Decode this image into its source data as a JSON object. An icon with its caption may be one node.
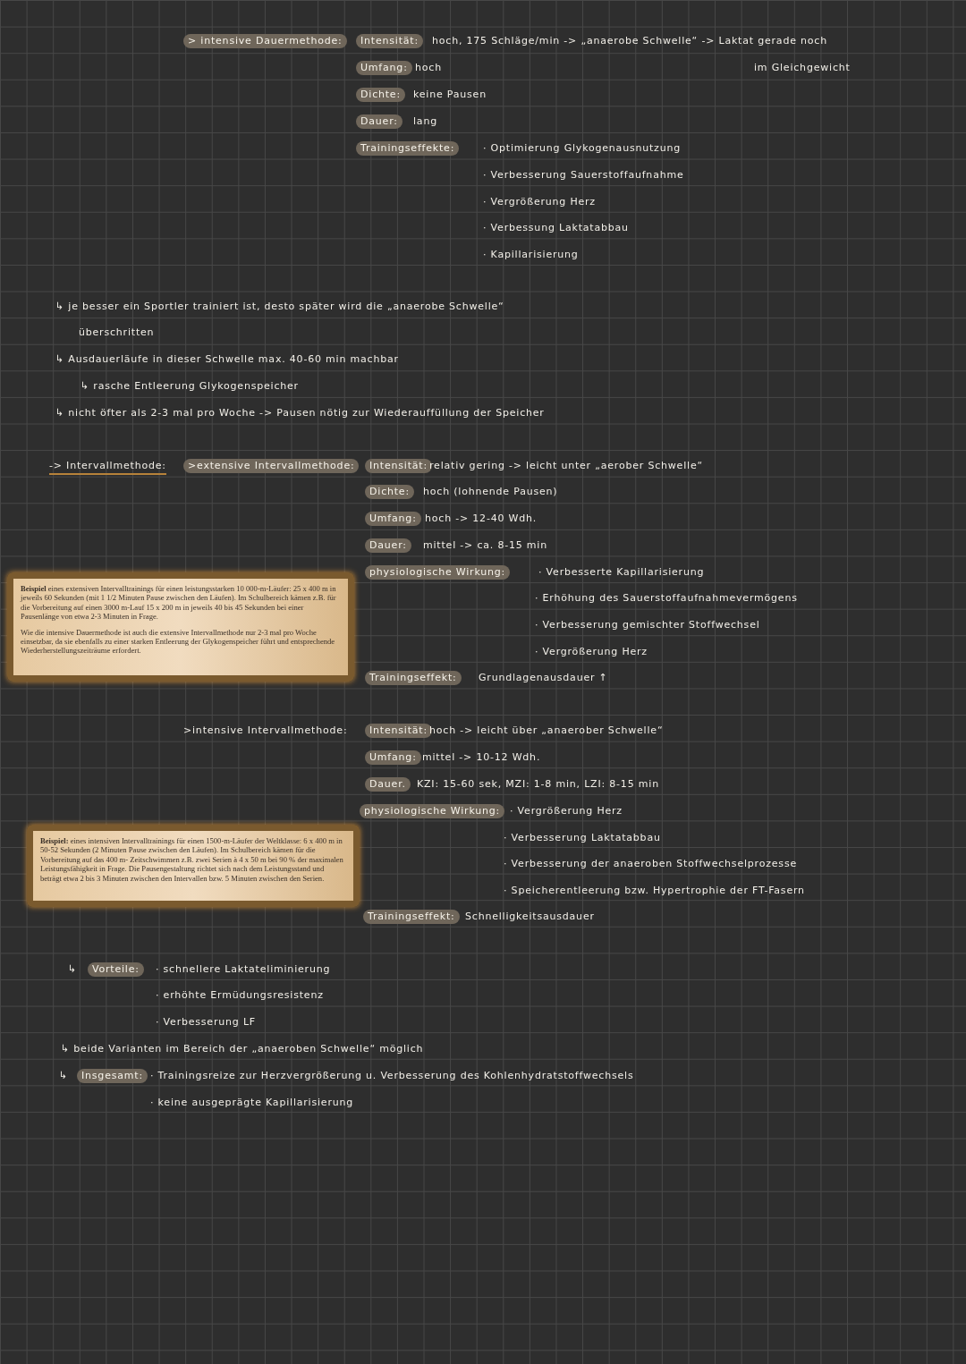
{
  "diagram": {
    "nodes": [
      {
        "text": [
          "> intensive Dauermethode:"
        ]
      },
      {
        "text": [
          "Intensität:"
        ]
      },
      {
        "text": [
          "Umfang:"
        ]
      },
      {
        "text": [
          "Dichte:"
        ]
      },
      {
        "text": [
          "Dauer:"
        ]
      },
      {
        "text": [
          "Trainingseffekte:"
        ]
      },
      {
        "text": [
          ">extensive Intervallmethode:"
        ]
      },
      {
        "text": [
          "Intensität:"
        ]
      },
      {
        "text": [
          "Dichte:"
        ]
      },
      {
        "text": [
          "Umfang:"
        ]
      },
      {
        "text": [
          "Dauer:"
        ]
      },
      {
        "text": [
          "physiologische Wirkung:"
        ]
      },
      {
        "text": [
          "**Beispiel** eines extensiven Intervalltrainings für einen leistungsstarken 10 000-m-Läufer: 25 x 400 m in jeweils 60 Sekunden (mit 1 1/2 Minuten Pause zwischen den Läufen). Im Schulbereich kämen z.B. für die Vorbereitung auf einen 3000 m-Lauf 15 x 200 m in jeweils 40 bis 45 Sekunden bei einer Pausenlänge von etwa 2-3 Minuten in Frage.",
          "Wie die intensive Dauermethode ist auch die extensive Intervallmethode nur 2-3 mal pro Woche einsetzbar, da sie ebenfalls zu einer starken Entleerung der Glykogenspeicher führt und entsprechende Wiederherstellungszeiträume erfordert."
        ]
      },
      {
        "text": [
          "Trainingseffekt:"
        ]
      },
      {
        "text": [
          "Intensität:"
        ]
      },
      {
        "text": [
          "Umfang:"
        ]
      },
      {
        "text": [
          "Dauer."
        ]
      },
      {
        "text": [
          "physiologische Wirkung:"
        ]
      },
      {
        "text": [
          "**Beispiel:** eines intensiven Intervalltrainings für einen 1500-m-Läufer der Weltklasse: 6 x 400 m in 50-52 Sekunden (2 Minuten Pause zwischen den Läufen). Im Schulbereich kämen für die Vorbereitung auf das 400 m- Zeitschwimmen z.B. zwei Serien à 4 x 50 m bei 90 % der maximalen Leistungsfähigkeit in Frage. Die Pausengestaltung richtet sich nach dem Leistungsstand und beträgt etwa 2 bis 3 Minuten zwischen den Intervallen bzw. 5 Minuten zwischen den Serien."
        ]
      },
      {
        "text": [
          "Trainingseffekt:"
        ]
      },
      {
        "text": [
          "Vorteile:"
        ]
      },
      {
        "text": [
          "Insgesamt:"
        ]
      }
    ],
    "labels": [
      "hoch, 175 Schläge/min -> „anaerobe Schwelle“ -> Laktat gerade noch",
      "hoch",
      "im Gleichgewicht",
      "keine Pausen",
      "lang",
      "· Optimierung Glykogenausnutzung",
      "· Verbesserung Sauerstoffaufnahme",
      "· Vergrößerung Herz",
      "· Verbessung Laktatabbau",
      "· Kapillarisierung",
      "↳ je besser ein Sportler trainiert ist, desto später wird die „anaerobe Schwelle“",
      "überschritten",
      "↳ Ausdauerläufe in dieser Schwelle max. 40-60 min machbar",
      "↳ rasche Entleerung Glykogenspeicher",
      "↳ nicht öfter als 2-3 mal pro Woche -> Pausen nötig zur Wiederauffüllung der Speicher",
      "-> Intervallmethode:",
      "relativ gering -> leicht unter „aerober Schwelle“",
      "hoch (lohnende Pausen)",
      "hoch -> 12-40 Wdh.",
      "mittel -> ca. 8-15 min",
      "· Verbesserte Kapillarisierung",
      "· Erhöhung des Sauerstoffaufnahmevermögens",
      "· Verbesserung gemischter Stoffwechsel",
      "· Vergrößerung Herz",
      "Grundlagenausdauer ↑",
      ">intensive Intervallmethode:",
      "hoch -> leicht über „anaerober Schwelle“",
      "mittel -> 10-12 Wdh.",
      "KZI: 15-60 sek, MZI: 1-8 min, LZI: 8-15 min",
      "· Vergrößerung Herz",
      "· Verbesserung Laktatabbau",
      "· Verbesserung der anaeroben Stoffwechselprozesse",
      "· Speicherentleerung bzw. Hypertrophie der FT-Fasern",
      "Schnelligkeitsausdauer",
      "↳",
      "· schnellere Laktateliminierung",
      "· erhöhte Ermüdungsresistenz",
      "· Verbesserung LF",
      "↳ beide Varianten im Bereich der „anaeroben Schwelle“ möglich",
      "↳",
      "· Trainingsreize zur Herzvergrößerung u. Verbesserung des Kohlenhydratstoffwechsels",
      "· keine ausgeprägte Kapillarisierung"
    ]
  }
}
